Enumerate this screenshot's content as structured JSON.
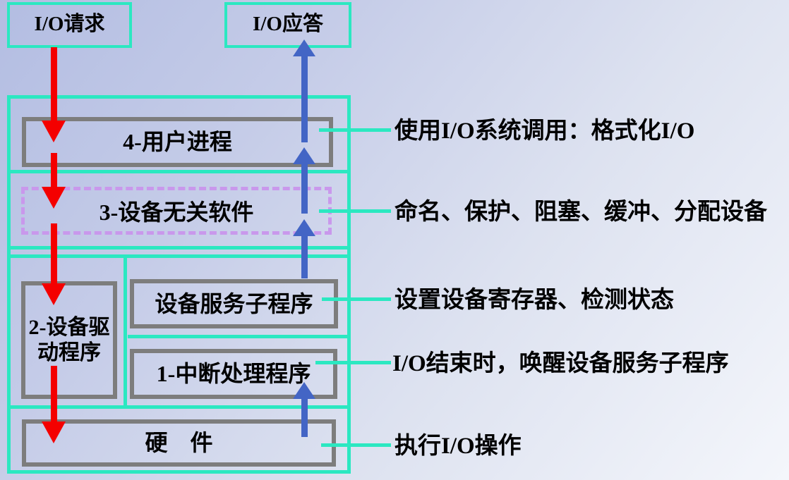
{
  "top_boxes": {
    "request": "I/O请求",
    "reply": "I/O应答"
  },
  "layers": {
    "user_process": "4-用户进程",
    "device_independent": "3-设备无关软件",
    "device_driver_line1": "2-设备驱",
    "device_driver_line2": "动程序",
    "device_service": "设备服务子程序",
    "interrupt_handler": "1-中断处理程序",
    "hardware": "硬　件"
  },
  "annotations": {
    "user_process": "使用I/O系统调用：格式化I/O",
    "device_independent": "命名、保护、阻塞、缓冲、分配设备",
    "device_service": "设置设备寄存器、检测状态",
    "interrupt_handler": "I/O结束时，唤醒设备服务子程序",
    "hardware": "执行I/O操作"
  },
  "colors": {
    "frame_cyan": "#2BE8C1",
    "box_border_gray": "#7D7D7D",
    "dashed_purple": "#C998EC",
    "arrow_down_red": "#F40000",
    "arrow_up_blue": "#4365C5",
    "text": "#000000"
  }
}
